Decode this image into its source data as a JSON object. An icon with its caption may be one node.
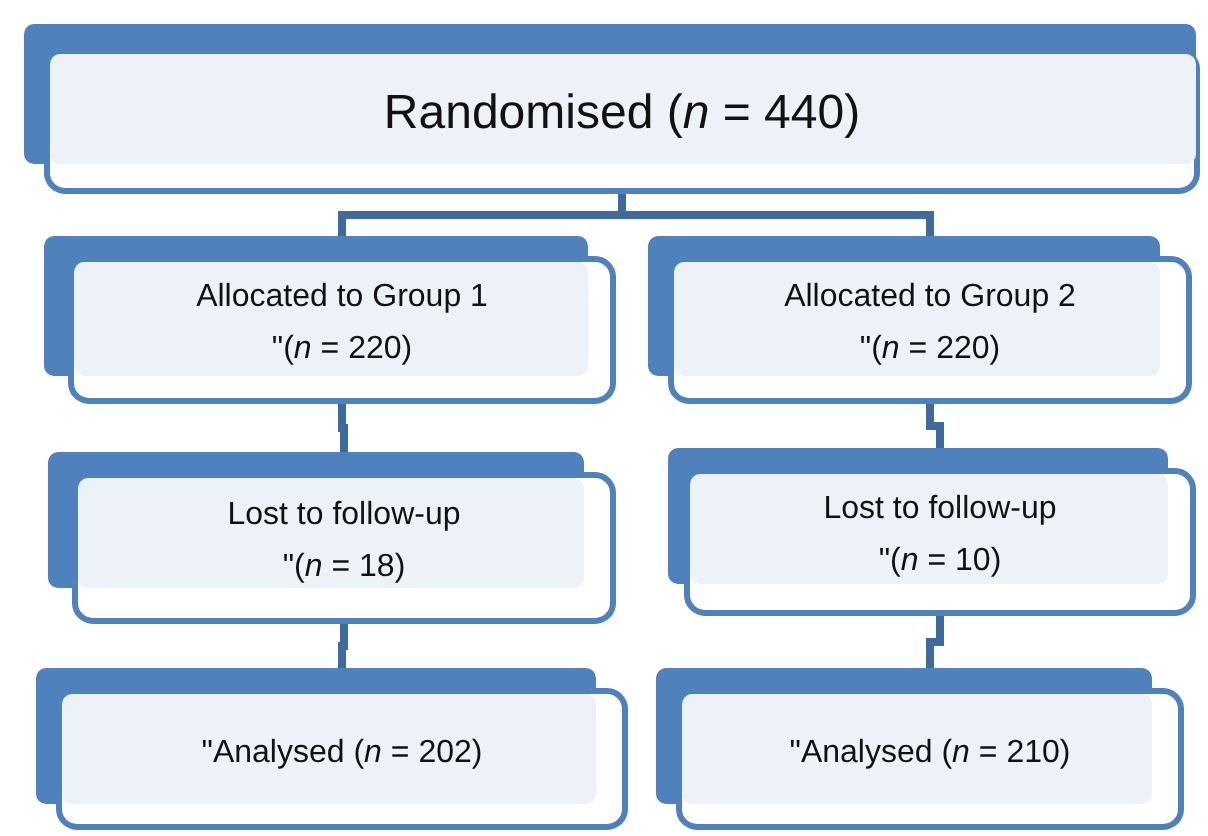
{
  "diagram": {
    "nodes": [
      {
        "text": [
          "Randomised (*n* = 440)"
        ]
      },
      {
        "text": [
          "Allocated to Group 1",
          "\"(*n* = 220)"
        ]
      },
      {
        "text": [
          "Allocated to Group 2",
          "\"(*n* = 220)"
        ]
      },
      {
        "text": [
          "Lost to follow-up",
          "\"(*n* = 18)"
        ]
      },
      {
        "text": [
          "Lost to follow-up",
          "\"(*n* = 10)"
        ]
      },
      {
        "text": [
          "\"Analysed (*n* = 202)"
        ]
      },
      {
        "text": [
          "\"Analysed (*n* = 210)"
        ]
      }
    ],
    "edges": [
      {
        "from": 0,
        "to": 1,
        "arrow": "none"
      },
      {
        "from": 0,
        "to": 2,
        "arrow": "none"
      },
      {
        "from": 1,
        "to": 3,
        "arrow": "none"
      },
      {
        "from": 2,
        "to": 4,
        "arrow": "none"
      },
      {
        "from": 3,
        "to": 5,
        "arrow": "none"
      },
      {
        "from": 4,
        "to": 6,
        "arrow": "none"
      }
    ]
  }
}
